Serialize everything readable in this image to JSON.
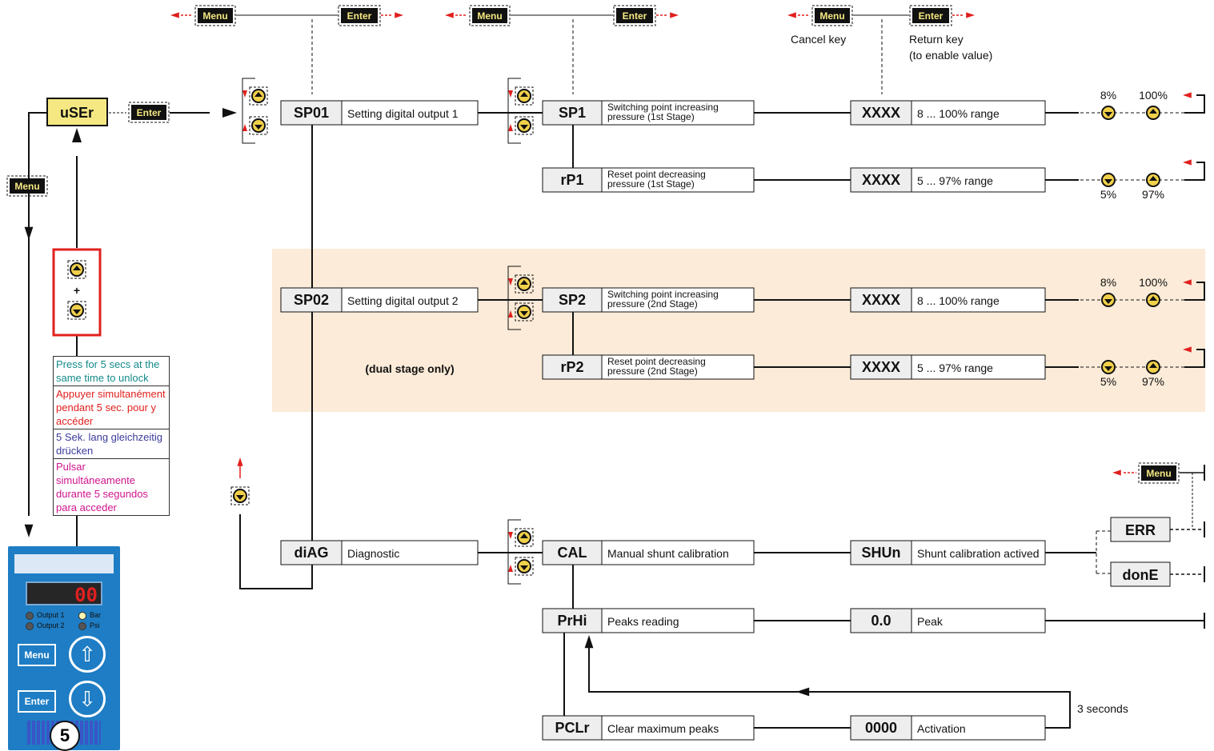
{
  "keys": {
    "menu": "Menu",
    "enter": "Enter"
  },
  "legend": {
    "cancel": "Cancel key",
    "return": "Return key",
    "return2": "(to enable value)"
  },
  "user": {
    "code": "uSEr"
  },
  "outputs": [
    {
      "code": "SP01",
      "label": "Setting digital output 1"
    },
    {
      "code": "SP02",
      "label": "Setting digital output 2"
    },
    {
      "code": "diAG",
      "label": "Diagnostic"
    }
  ],
  "params": [
    {
      "code": "SP1",
      "l1": "Switching point increasing",
      "l2": "pressure (1st Stage)"
    },
    {
      "code": "rP1",
      "l1": "Reset point decreasing",
      "l2": "pressure (1st Stage)"
    },
    {
      "code": "SP2",
      "l1": "Switching point increasing",
      "l2": "pressure (2nd Stage)"
    },
    {
      "code": "rP2",
      "l1": "Reset point decreasing",
      "l2": "pressure (2nd Stage)"
    },
    {
      "code": "CAL",
      "l1": "Manual shunt calibration",
      "l2": ""
    },
    {
      "code": "PrHi",
      "l1": "Peaks reading",
      "l2": ""
    },
    {
      "code": "PCLr",
      "l1": "Clear maximum peaks",
      "l2": ""
    }
  ],
  "values": [
    {
      "code": "XXXX",
      "label": "8 ... 100% range"
    },
    {
      "code": "XXXX",
      "label": "5 ... 97% range"
    },
    {
      "code": "XXXX",
      "label": "8 ... 100% range"
    },
    {
      "code": "XXXX",
      "label": "5 ... 97% range"
    },
    {
      "code": "SHUn",
      "label": "Shunt calibration actived"
    },
    {
      "code": "0.0",
      "label": "Peak"
    },
    {
      "code": "0000",
      "label": "Activation"
    }
  ],
  "ranges": {
    "p8": "8%",
    "p100": "100%",
    "p5": "5%",
    "p97": "97%"
  },
  "diag": {
    "err": "ERR",
    "done": "donE",
    "three_seconds": "3 seconds"
  },
  "dual": "(dual stage only)",
  "unlock": [
    "Press for 5 secs at the same time to unlock",
    "Appuyer simultanément pendant 5 sec. pour y accéder",
    "5 Sek. lang gleichzeitig drücken",
    "Pulsar simultáneamente durante 5 segundos para acceder"
  ],
  "unlock_colors": [
    "#138a8a",
    "#e0201e",
    "#3b3b9a",
    "#d0148c"
  ],
  "plus": "+",
  "panel": {
    "display": "00",
    "output1": "Output 1",
    "output2": "Output 2",
    "bar": "Bar",
    "psi": "Psi",
    "menu": "Menu",
    "enter": "Enter",
    "number": "5"
  },
  "colors": {
    "key_bg": "#111111",
    "key_text": "#f5e882",
    "user_bg": "#f5e882",
    "arrow_red": "#e0201e",
    "band": "#fbebd8",
    "panel": "#1e7dc4"
  }
}
